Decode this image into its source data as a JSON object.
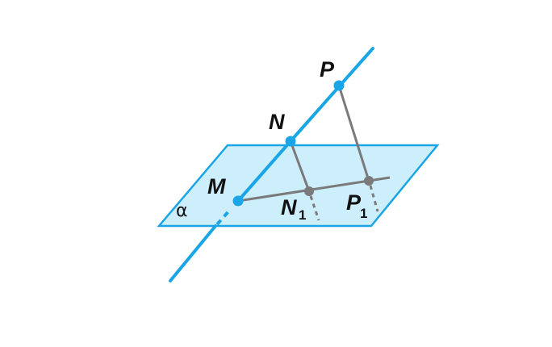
{
  "figure": {
    "plane_label": "α",
    "points": {
      "P": "P",
      "N": "N",
      "M": "M",
      "N1": {
        "letter": "N",
        "sub": "1"
      },
      "P1": {
        "letter": "P",
        "sub": "1"
      }
    }
  },
  "colors": {
    "plane_fill": "#cdeefb",
    "plane_stroke": "#1aa6e6",
    "line": "#1aa6e6",
    "projection": "#7a7a7a",
    "point_blue": "#1aa6e6",
    "point_gray": "#7a7a7a"
  }
}
